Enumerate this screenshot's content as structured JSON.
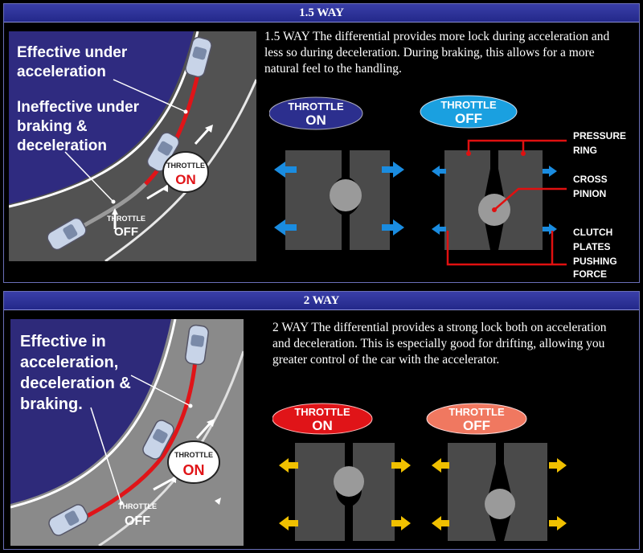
{
  "section1": {
    "title": "1.5 WAY",
    "description": "1.5 WAY The differential provides more lock during acceleration and less so during deceleration. During braking, this allows for a more natural feel to the handling.",
    "effective_label": [
      "Effective under",
      "acceleration"
    ],
    "ineffective_label": [
      "Ineffective under",
      "braking &",
      "deceleration"
    ],
    "throttle_on_label": [
      "THROTTLE",
      "ON"
    ],
    "throttle_off_label": [
      "THROTTLE",
      "OFF"
    ],
    "badge_on": [
      "THROTTLE",
      "ON"
    ],
    "badge_off": [
      "THROTTLE",
      "OFF"
    ],
    "callouts": {
      "pressure_ring": [
        "PRESSURE",
        "RING"
      ],
      "cross_pinion": [
        "CROSS",
        "PINION"
      ],
      "clutch": [
        "CLUTCH",
        "PLATES",
        "PUSHING",
        "FORCE"
      ]
    }
  },
  "section2": {
    "title": "2 WAY",
    "description": "2 WAY The differential provides a strong lock both on acceleration and deceleration. This is especially good for drifting, allowing you greater control of the car with the accelerator.",
    "effective_label": [
      "Effective in",
      "acceleration,",
      "deceleration &",
      "braking."
    ],
    "throttle_on_label": [
      "THROTTLE",
      "ON"
    ],
    "throttle_off_label": [
      "THROTTLE",
      "OFF"
    ],
    "badge_on": [
      "THROTTLE",
      "ON"
    ],
    "badge_off": [
      "THROTTLE",
      "OFF"
    ]
  },
  "colors": {
    "header_blue": "#2a2f98",
    "track_purple": "#2e2a7a",
    "badge_navy": "#2c2f8e",
    "badge_cyan": "#1aa0e0",
    "badge_red": "#e01418",
    "badge_salmon": "#f07860",
    "arrow_blue": "#1a8ce0",
    "arrow_yellow": "#f0c000",
    "callout_red": "#e01010"
  }
}
